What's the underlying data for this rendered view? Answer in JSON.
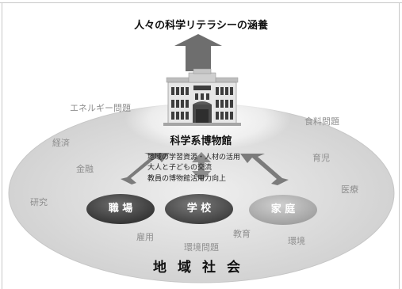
{
  "title": "人々の科学リテラシーの涵養",
  "museum": {
    "label": "科学系博物館",
    "roles": [
      "地域の学習資源・人材の活用",
      "大人と子どもの交流",
      "教員の博物館活用力向上"
    ]
  },
  "nodes": [
    "職 場",
    "学 校",
    "家 庭"
  ],
  "topics": [
    "エネルギー問題",
    "食料問題",
    "経済",
    "育児",
    "金融",
    "医療",
    "研究",
    "雇用",
    "環境問題",
    "教育",
    "環境"
  ],
  "community": "地域社会",
  "colors": {
    "ellipse": "#d4d4d4",
    "ellipse_edge": "#c2c2c2",
    "arrow": "#7a7a7a",
    "node_work": "#4f4f4f",
    "node_school": "#5a5a5a",
    "node_home": "#b4b4b4",
    "topic_text": "#8f8f8f"
  },
  "icons": [
    "museum-building-icon",
    "up-arrow-icon",
    "double-arrow-icon"
  ]
}
